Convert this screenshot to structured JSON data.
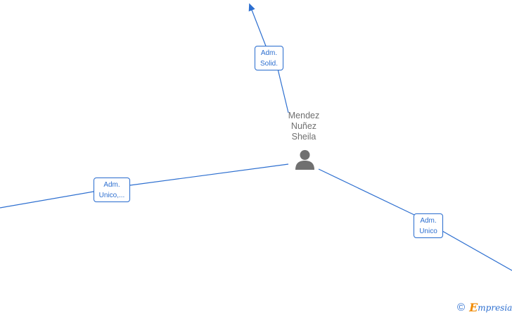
{
  "person": {
    "name_lines": [
      "Mendez",
      "Nuñez",
      "Sheila"
    ],
    "icon": "person-icon"
  },
  "roles": [
    {
      "id": "top",
      "lines": [
        "Adm.",
        "Solid."
      ]
    },
    {
      "id": "left",
      "lines": [
        "Adm.",
        "Unico,..."
      ]
    },
    {
      "id": "right",
      "lines": [
        "Adm.",
        "Unico"
      ]
    }
  ],
  "brand": {
    "copyright_symbol": "©",
    "initial": "E",
    "name": "mpresia"
  },
  "colors": {
    "edge": "#2d6fd0",
    "node_text": "#6f6f6f",
    "icon": "#707070",
    "brand_accent": "#f08a00"
  }
}
